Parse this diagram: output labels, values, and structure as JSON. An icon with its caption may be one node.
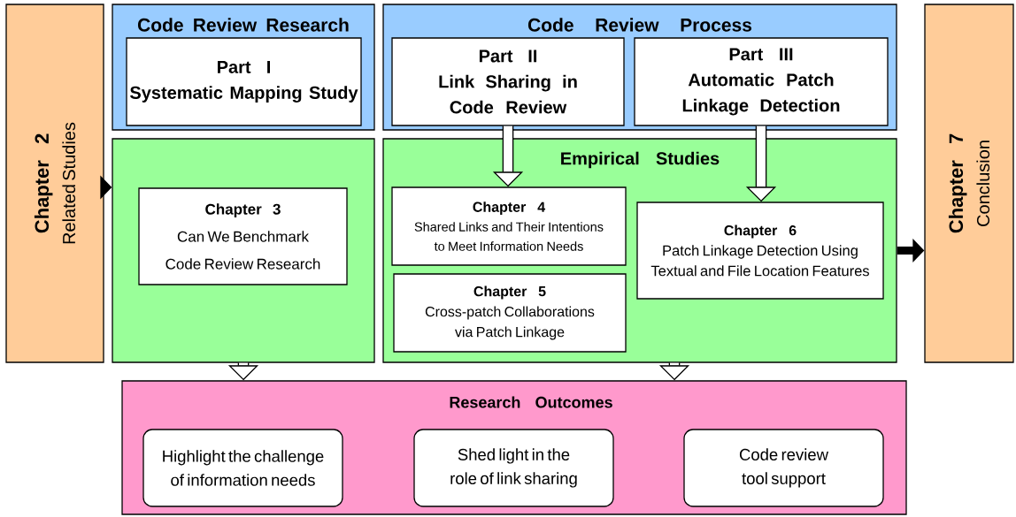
{
  "diagram": {
    "nodes": [
      {
        "text": [
          "Chapter 2",
          "Related Studies"
        ]
      },
      {
        "text": [
          "Code Review Research"
        ]
      },
      {
        "text": [
          "Part I",
          "Systematic Mapping Study"
        ],
        "in": 1
      },
      {
        "text": [
          "Code Review Process"
        ]
      },
      {
        "text": [
          "Part II",
          "Link Sharing in Code Review"
        ],
        "in": 3
      },
      {
        "text": [
          "Part III",
          "Automatic Patch Linkage Detection"
        ],
        "in": 3
      },
      {
        "text": [],
        "shape": "box"
      },
      {
        "text": [
          "Chapter 3",
          "Can We Benchmark Code Review Research"
        ],
        "in": 6
      },
      {
        "text": [
          "Empirical Studies"
        ]
      },
      {
        "text": [
          "Chapter 4",
          "Shared Links and Their Intentions to Meet Information Needs"
        ],
        "in": 8
      },
      {
        "text": [
          "Chapter 5",
          "Cross-patch Collaborations via Patch Linkage"
        ],
        "in": 8
      },
      {
        "text": [
          "Chapter 6",
          "Patch Linkage Detection Using Textual and File Location Features"
        ],
        "in": 8
      },
      {
        "text": [
          "Chapter 7",
          "Conclusion"
        ]
      },
      {
        "text": [
          "Research Outcomes"
        ]
      },
      {
        "text": [
          "Highlight the challenge of information needs"
        ],
        "in": 13
      },
      {
        "text": [
          "Shed light in the role of link sharing"
        ],
        "in": 13
      },
      {
        "text": [
          "Code review tool support"
        ],
        "in": 13
      }
    ],
    "edges": [
      {
        "from": 0,
        "to": 6,
        "arrow": "to"
      },
      {
        "from": 4,
        "to": 9,
        "arrow": "to"
      },
      {
        "from": 5,
        "to": 11,
        "arrow": "to"
      },
      {
        "from": 8,
        "to": 12,
        "arrow": "to"
      },
      {
        "from": 6,
        "to": 13,
        "arrow": "to"
      },
      {
        "from": 8,
        "to": 13,
        "arrow": "to"
      }
    ]
  }
}
